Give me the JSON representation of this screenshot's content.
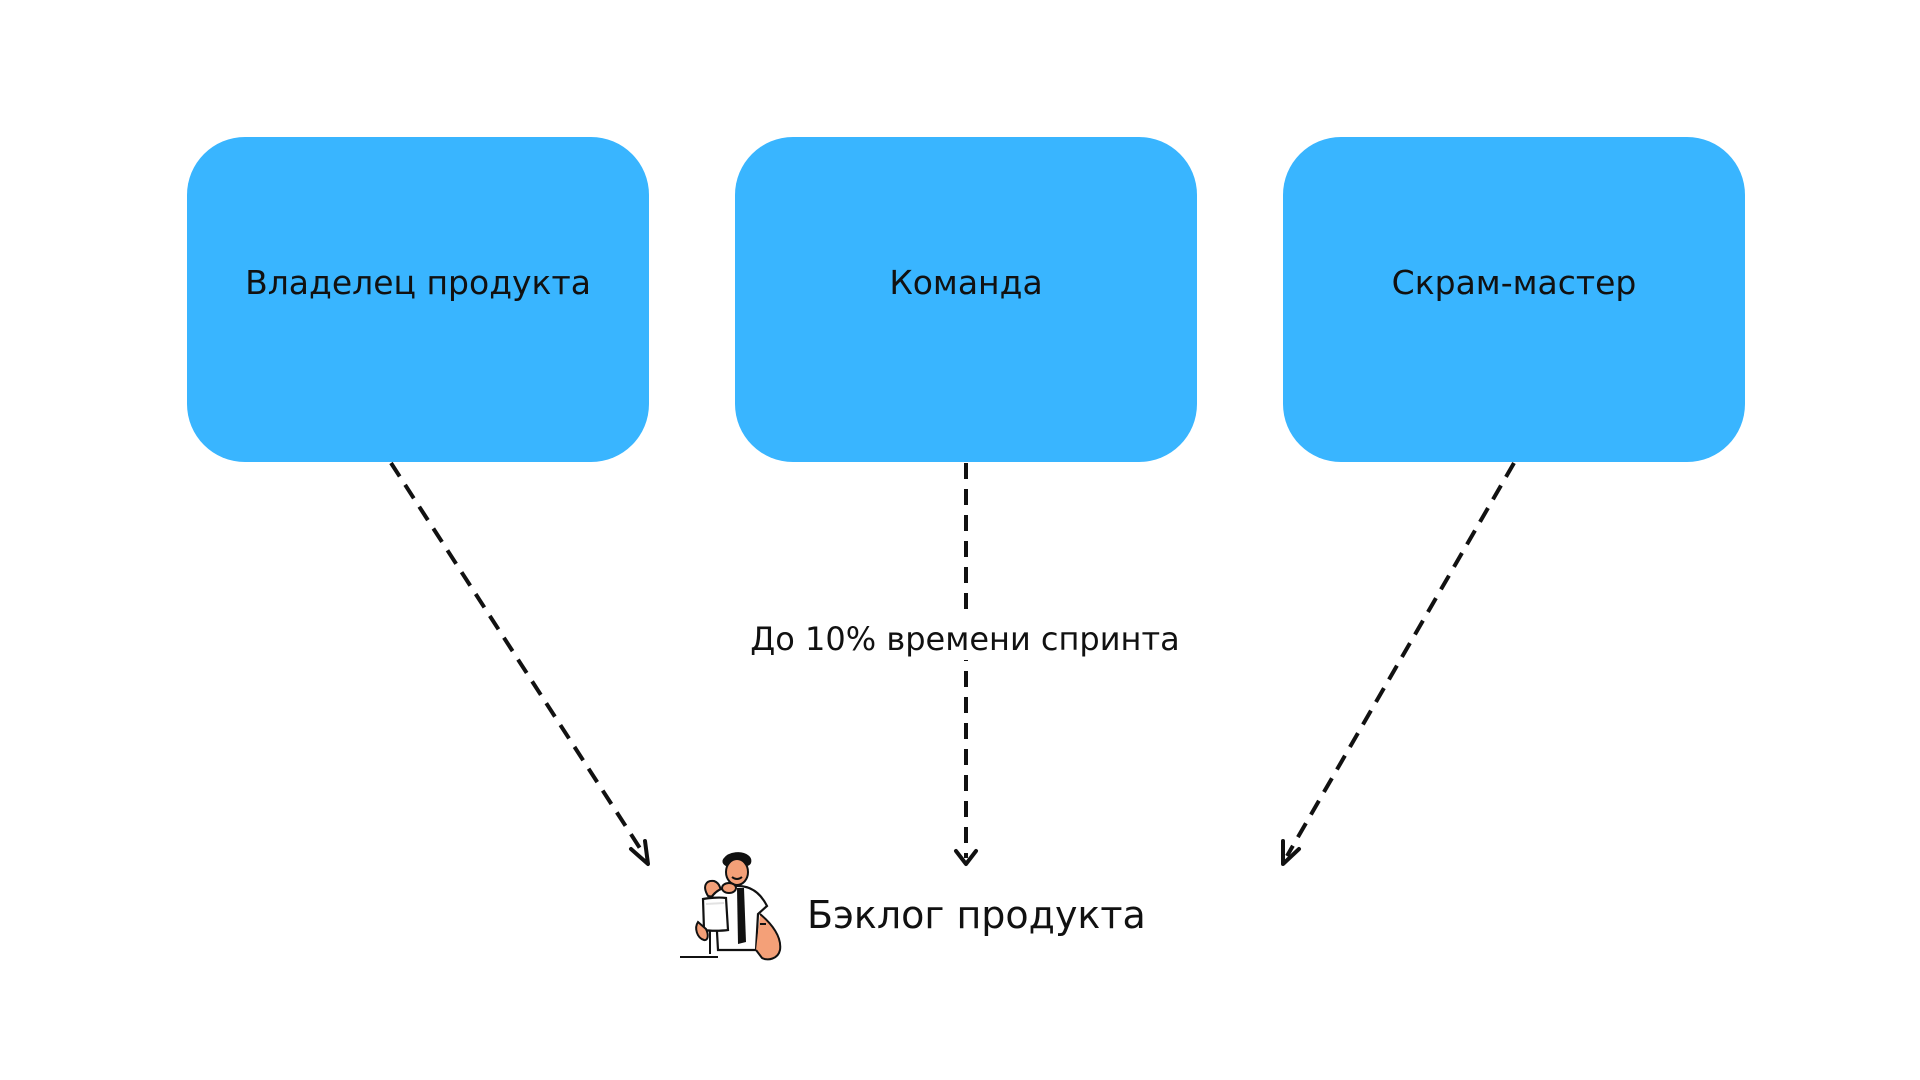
{
  "roles": {
    "owner": {
      "label": "Владелец продукта"
    },
    "team": {
      "label": "Команда"
    },
    "master": {
      "label": "Скрам-мастер"
    }
  },
  "connector_note": "До 10% времени спринта",
  "backlog": {
    "label": "Бэклог продукта",
    "icon": "person-holding-document-illustration"
  },
  "colors": {
    "box_fill": "#39B5FF",
    "connector": "#111111",
    "text": "#111111"
  }
}
